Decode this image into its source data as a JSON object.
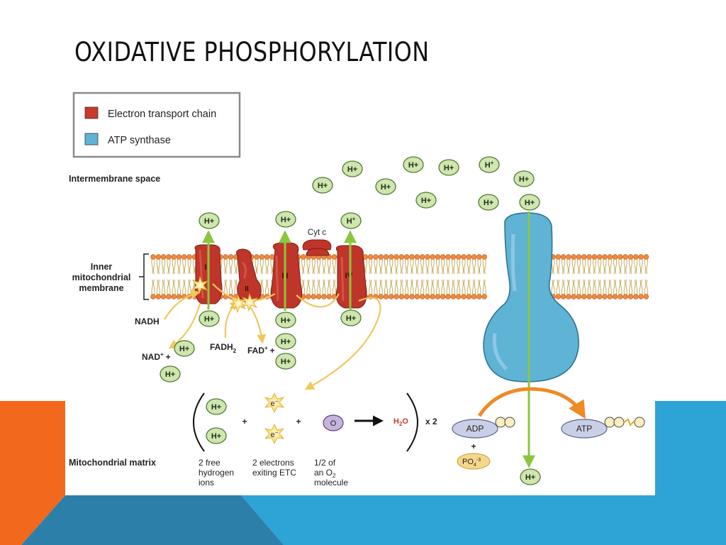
{
  "slide": {
    "title": "OXIDATIVE PHOSPHORYLATION"
  },
  "legend": {
    "items": [
      {
        "label": "Electron transport chain",
        "color": "#c83a2a"
      },
      {
        "label": "ATP synthase",
        "color": "#5fb3d5"
      }
    ]
  },
  "regions": {
    "intermembrane": "Intermembrane space",
    "membrane_line1": "Inner",
    "membrane_line2": "mitochondrial",
    "membrane_line3": "membrane",
    "matrix": "Mitochondrial matrix"
  },
  "complexes": {
    "c1": "I",
    "c2": "II",
    "c3": "III",
    "c4": "IV",
    "cytc": "Cyt c"
  },
  "molecules": {
    "hplus": "H+",
    "hplus_sup_base": "H",
    "hplus_sup": "+",
    "nadh": "NADH",
    "nad_base": "NAD",
    "nad_sup": "+",
    "nad_plus": "+",
    "fadh_base": "FADH",
    "fadh_sub": "2",
    "fad_base": "FAD",
    "fad_sup": "+",
    "fad_plus": "+",
    "electron": "e",
    "electron_sup": "−",
    "oxygen": "O",
    "water_h": "H",
    "water_sub": "2",
    "water_o": "O",
    "times_two": "x 2",
    "adp": "ADP",
    "atp": "ATP",
    "phosphate_base": "PO",
    "phosphate_sub": "4",
    "phosphate_sup": "-3",
    "plus": "+"
  },
  "captions": {
    "hydrogen_l1": "2 free",
    "hydrogen_l2": "hydrogen",
    "hydrogen_l3": "ions",
    "electrons_l1": "2 electrons",
    "electrons_l2": "exiting ETC",
    "oxygen_l1": "1/2 of",
    "oxygen_l2_base": "an O",
    "oxygen_l2_sub": "2",
    "oxygen_l3": "molecule"
  },
  "colors": {
    "etc": "#c83a2a",
    "atp_synthase": "#5fb3d5",
    "proton_fill": "#cfe6b0",
    "proton_stroke": "#4e7a2f",
    "arrow_green": "#8cc63f",
    "arrow_yellow": "#f0c75e",
    "arrow_orange": "#f08a24",
    "deco_orange": "#f2691e",
    "deco_blue": "#2ea3d6"
  }
}
